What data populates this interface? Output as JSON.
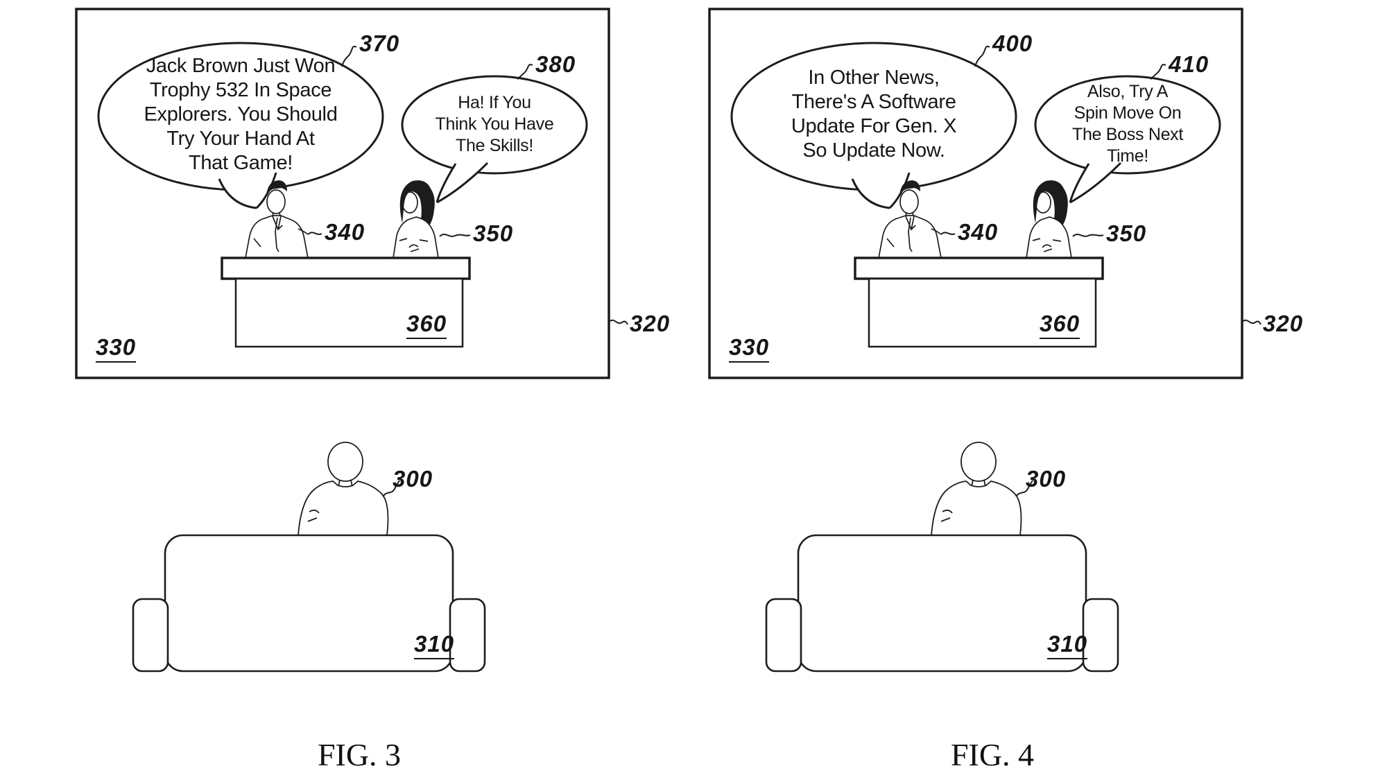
{
  "figures": {
    "fig3": {
      "caption": "FIG. 3",
      "left_bubble": {
        "ref": "370",
        "lines": [
          "Jack Brown Just Won",
          "Trophy 532 In Space",
          "Explorers. You Should",
          "Try Your Hand At",
          "That Game!"
        ]
      },
      "right_bubble": {
        "ref": "380",
        "lines": [
          "Ha! If You",
          "Think You Have",
          "The Skills!",
          ""
        ]
      },
      "refs": {
        "anchor_man": "340",
        "anchor_woman": "350",
        "desk": "360",
        "screen": "330",
        "tv": "320",
        "viewer": "300",
        "couch": "310"
      }
    },
    "fig4": {
      "caption": "FIG. 4",
      "left_bubble": {
        "ref": "400",
        "lines": [
          "In Other News,",
          "There's A Software",
          "Update For Gen. X",
          "So Update Now.",
          ""
        ]
      },
      "right_bubble": {
        "ref": "410",
        "lines": [
          "Also, Try A",
          "Spin Move On",
          "The Boss Next",
          "Time!"
        ]
      },
      "refs": {
        "anchor_man": "340",
        "anchor_woman": "350",
        "desk": "360",
        "screen": "330",
        "tv": "320",
        "viewer": "300",
        "couch": "310"
      }
    }
  },
  "colors": {
    "ink": "#1c1c1c",
    "background": "#ffffff"
  }
}
